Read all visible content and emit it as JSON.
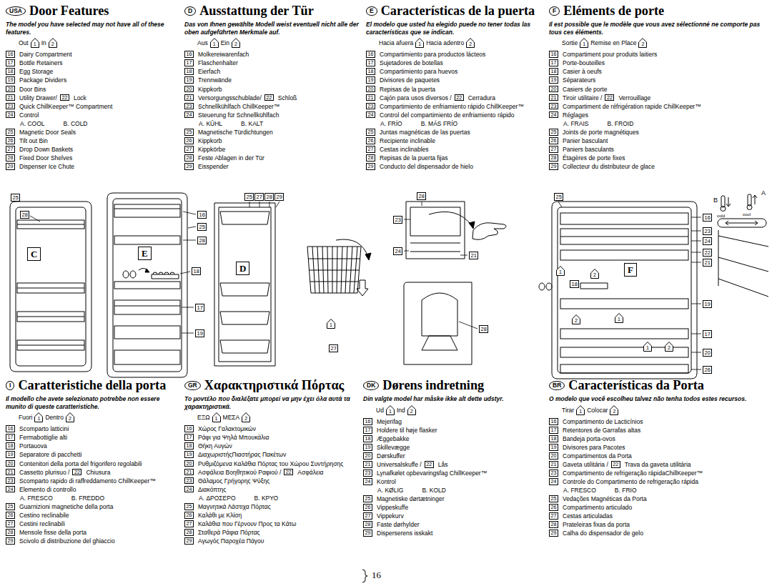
{
  "diagram": {
    "nodes": [
      {
        "text": [
          "USA",
          "Door Features"
        ]
      },
      {
        "text": [
          "1"
        ]
      },
      {
        "text": [
          "2"
        ]
      },
      {
        "text": [
          "16",
          "Dairy Compartment"
        ]
      },
      {
        "text": [
          "17",
          "Bottle Retainers"
        ]
      },
      {
        "text": [
          "18",
          "Egg Storage"
        ]
      },
      {
        "text": [
          "19",
          "Package Dividers"
        ]
      },
      {
        "text": [
          "20",
          "Door Bins"
        ]
      },
      {
        "text": [
          "21",
          "Utility Drawer/"
        ]
      },
      {
        "text": [
          "22",
          "Lock"
        ]
      },
      {
        "text": [
          "23",
          "Quick ChillKeeper™ Compartment"
        ]
      },
      {
        "text": [
          "24",
          "Control"
        ]
      },
      {
        "text": [
          "25",
          "Magnetic Door Seals"
        ]
      },
      {
        "text": [
          "26",
          "Tilt out Bin"
        ]
      },
      {
        "text": [
          "27",
          "Drop Down Baskets"
        ]
      },
      {
        "text": [
          "28",
          "Fixed Door Shelves"
        ]
      },
      {
        "text": [
          "29",
          "Dispenser Ice Chute"
        ]
      },
      {
        "text": [
          "D",
          "Ausstattung der Tür"
        ]
      },
      {
        "text": [
          "1"
        ]
      },
      {
        "text": [
          "2"
        ]
      },
      {
        "text": [
          "16",
          "Molkereiwarenfach"
        ]
      },
      {
        "text": [
          "17",
          "Flaschenhalter"
        ]
      },
      {
        "text": [
          "18",
          "Eierfach"
        ]
      },
      {
        "text": [
          "19",
          "Trennwände"
        ]
      },
      {
        "text": [
          "20",
          "Kippkorb"
        ]
      },
      {
        "text": [
          "21",
          "Versorgungsschublade/"
        ]
      },
      {
        "text": [
          "22",
          "Schloß"
        ]
      },
      {
        "text": [
          "23",
          "Schnellkühlfach ChillKeeper™"
        ]
      },
      {
        "text": [
          "24",
          "Steuerung für Schnellkühlfach"
        ]
      },
      {
        "text": [
          "25",
          "Magnetische Türdichtungen"
        ]
      },
      {
        "text": [
          "26",
          "Kippkorb"
        ]
      },
      {
        "text": [
          "27",
          "Kippkörbe"
        ]
      },
      {
        "text": [
          "28",
          "Feste Ablagen in der Tür"
        ]
      },
      {
        "text": [
          "29",
          "Eisspender"
        ]
      },
      {
        "text": [
          "E",
          "Características de la puerta"
        ]
      },
      {
        "text": [
          "1"
        ]
      },
      {
        "text": [
          "2"
        ]
      },
      {
        "text": [
          "16",
          "Compartimiento para productos lácteos"
        ]
      },
      {
        "text": [
          "17",
          "Sujetadores de botellas"
        ]
      },
      {
        "text": [
          "18",
          "Compartimiento para huevos"
        ]
      },
      {
        "text": [
          "19",
          "Divisores de paquetes"
        ]
      },
      {
        "text": [
          "20",
          "Repisas de la puerta"
        ]
      },
      {
        "text": [
          "21",
          "Cajón para usos diversos /"
        ]
      },
      {
        "text": [
          "22",
          "Cerradura"
        ]
      },
      {
        "text": [
          "23",
          "Compartimiento de enfriamiento rápido ChillKeeper™"
        ]
      },
      {
        "text": [
          "24",
          "Control del compartimiento de enfriamiento rápido"
        ]
      },
      {
        "text": [
          "25",
          "Juntas magnéticas de las puertas"
        ]
      },
      {
        "text": [
          "26",
          "Recipiente inclinable"
        ]
      },
      {
        "text": [
          "27",
          "Cestas inclinables"
        ]
      },
      {
        "text": [
          "28",
          "Repisas de la puerta fijas"
        ]
      },
      {
        "text": [
          "29",
          "Conducto del dispensador de hielo"
        ]
      },
      {
        "text": [
          "F",
          "Eléments de porte"
        ]
      },
      {
        "text": [
          "1"
        ]
      },
      {
        "text": [
          "2"
        ]
      },
      {
        "text": [
          "16",
          "Compartiment pour produits laitiers"
        ]
      },
      {
        "text": [
          "17",
          "Porte-bouteilles"
        ]
      },
      {
        "text": [
          "18",
          "Casier à oeufs"
        ]
      },
      {
        "text": [
          "19",
          "Séparateurs"
        ]
      },
      {
        "text": [
          "20",
          "Casiers de porte"
        ]
      },
      {
        "text": [
          "21",
          "Tiroir utilitaire /"
        ]
      },
      {
        "text": [
          "22",
          "Verrouillage"
        ]
      },
      {
        "text": [
          "23",
          "Compartiment de réfrigération rapide ChillKeeper™"
        ]
      },
      {
        "text": [
          "24",
          "Réglages"
        ]
      },
      {
        "text": [
          "25",
          "Joints de porte magnétiques"
        ]
      },
      {
        "text": [
          "26",
          "Panier basculant"
        ]
      },
      {
        "text": [
          "27",
          "Paniers basculants"
        ]
      },
      {
        "text": [
          "28",
          "Étagères de porte fixes"
        ]
      },
      {
        "text": [
          "29",
          "Collecteur du distributeur de glace"
        ]
      },
      {
        "text": [
          "25"
        ]
      },
      {
        "text": [
          "28"
        ]
      },
      {
        "text": [
          "C"
        ]
      },
      {
        "text": [
          "E"
        ]
      },
      {
        "text": [
          "16"
        ]
      },
      {
        "text": [
          "25"
        ]
      },
      {
        "text": [
          "28"
        ]
      },
      {
        "text": [
          "18"
        ]
      },
      {
        "text": [
          "17"
        ]
      },
      {
        "text": [
          "19"
        ]
      },
      {
        "text": [
          "25"
        ]
      },
      {
        "text": [
          "27"
        ]
      },
      {
        "text": [
          "28"
        ]
      },
      {
        "text": [
          "29"
        ]
      },
      {
        "text": [
          "D"
        ]
      },
      {
        "text": [
          "1"
        ]
      },
      {
        "text": [
          "27"
        ]
      },
      {
        "text": [
          "28"
        ]
      },
      {
        "text": [
          "23"
        ]
      },
      {
        "text": [
          "24"
        ]
      },
      {
        "text": [
          "21"
        ]
      },
      {
        "text": [
          "28"
        ]
      },
      {
        "text": [
          "25"
        ]
      },
      {
        "text": [
          "16"
        ]
      },
      {
        "text": [
          "23"
        ]
      },
      {
        "text": [
          "24"
        ]
      },
      {
        "text": [
          "22"
        ]
      },
      {
        "text": [
          "21"
        ]
      },
      {
        "text": [
          "F"
        ]
      },
      {
        "text": [
          "1"
        ]
      },
      {
        "text": [
          "2"
        ]
      },
      {
        "text": [
          "18"
        ]
      },
      {
        "text": [
          "19"
        ]
      },
      {
        "text": [
          "1"
        ]
      },
      {
        "text": [
          "2"
        ]
      },
      {
        "text": [
          "17"
        ]
      },
      {
        "text": [
          "1"
        ]
      },
      {
        "text": [
          "2"
        ]
      },
      {
        "text": [
          "20"
        ]
      },
      {
        "text": [
          "26"
        ]
      },
      {
        "text": [
          "I",
          "Caratteristiche della porta"
        ]
      },
      {
        "text": [
          "1"
        ]
      },
      {
        "text": [
          "2"
        ]
      },
      {
        "text": [
          "16",
          "Scomparto latticini"
        ]
      },
      {
        "text": [
          "17",
          "Fermabottiglie alti"
        ]
      },
      {
        "text": [
          "18",
          "Portauova"
        ]
      },
      {
        "text": [
          "19",
          "Separatore di pacchetti"
        ]
      },
      {
        "text": [
          "20",
          "Contenitori della porta del frigorifero regolabili"
        ]
      },
      {
        "text": [
          "21",
          "Cassetto plurisuo /"
        ]
      },
      {
        "text": [
          "22",
          "Chiusura"
        ]
      },
      {
        "text": [
          "23",
          "Scomparto rapido di raffreddamento ChillKeeper™"
        ]
      },
      {
        "text": [
          "24",
          "Elemento di controllo"
        ]
      },
      {
        "text": [
          "25",
          "Guarnizioni magnetiche della porta"
        ]
      },
      {
        "text": [
          "26",
          "Cestino reclinabile"
        ]
      },
      {
        "text": [
          "27",
          "Cestini reclinabili"
        ]
      },
      {
        "text": [
          "28",
          "Mensole fisse della porta"
        ]
      },
      {
        "text": [
          "29",
          "Scivolo di distribuzione del ghiaccio"
        ]
      },
      {
        "text": [
          "GR",
          "Χαρακτηριστικά Πόρτας"
        ]
      },
      {
        "text": [
          "1"
        ]
      },
      {
        "text": [
          "2"
        ]
      },
      {
        "text": [
          "16",
          "Χώρος Γαλακτομικών"
        ]
      },
      {
        "text": [
          "17",
          "Ράφι για Ψηλά Μπουκάλια"
        ]
      },
      {
        "text": [
          "18",
          "Θήκη Αυγών"
        ]
      },
      {
        "text": [
          "19",
          "ΔιαχωριστήςΠιαστήρας Πακέτων"
        ]
      },
      {
        "text": [
          "20",
          "Ρυθμιζόμενα Καλάθια Πόρτας του Χώρου Συντήρησης"
        ]
      },
      {
        "text": [
          "21",
          "Ασφάλεια Βοηθητικού Ραφιού /"
        ]
      },
      {
        "text": [
          "22",
          "Ασφάλεια"
        ]
      },
      {
        "text": [
          "23",
          "Θάλαμος Γρήγορης Ψύξης"
        ]
      },
      {
        "text": [
          "24",
          "Διακόπτης"
        ]
      },
      {
        "text": [
          "25",
          "Μαγνητικά Λάστιχα Πόρτας"
        ]
      },
      {
        "text": [
          "26",
          "Καλάθι με Κλίση"
        ]
      },
      {
        "text": [
          "27",
          "Καλάθια που Γέρνουν Προς τα Κάτω"
        ]
      },
      {
        "text": [
          "28",
          "Σταθερά Ράφια Πόρτας"
        ]
      },
      {
        "text": [
          "29",
          "Αγωγός Παροχέα Πάγου"
        ]
      },
      {
        "text": [
          "DK",
          "Dørens indretning"
        ]
      },
      {
        "text": [
          "1"
        ]
      },
      {
        "text": [
          "2"
        ]
      },
      {
        "text": [
          "16",
          "Mejerifag"
        ]
      },
      {
        "text": [
          "17",
          "Holdere til høje flasker"
        ]
      },
      {
        "text": [
          "18",
          "Æggebakke"
        ]
      },
      {
        "text": [
          "19",
          "Skillevægge"
        ]
      },
      {
        "text": [
          "20",
          "Dørskuffer"
        ]
      },
      {
        "text": [
          "21",
          "Universalskuffe /"
        ]
      },
      {
        "text": [
          "22",
          "Lås"
        ]
      },
      {
        "text": [
          "23",
          "Lynafkølet opbevaringsfag ChillKeeper™"
        ]
      },
      {
        "text": [
          "24",
          "Kontrol"
        ]
      },
      {
        "text": [
          "25",
          "Magnetiske dørtætninger"
        ]
      },
      {
        "text": [
          "26",
          "Vippeskuffe"
        ]
      },
      {
        "text": [
          "27",
          "Vippekurv"
        ]
      },
      {
        "text": [
          "28",
          "Faste dørhylder"
        ]
      },
      {
        "text": [
          "29",
          "Disperserens isskakt"
        ]
      },
      {
        "text": [
          "BR",
          "Características da Porta"
        ]
      },
      {
        "text": [
          "1"
        ]
      },
      {
        "text": [
          "2"
        ]
      },
      {
        "text": [
          "16",
          "Compartimento de Lacticínios"
        ]
      },
      {
        "text": [
          "17",
          "Retentores de Garrafas altas"
        ]
      },
      {
        "text": [
          "18",
          "Bandeja porta-ovos"
        ]
      },
      {
        "text": [
          "19",
          "Divisores para Pacotes"
        ]
      },
      {
        "text": [
          "20",
          "Compartimentos da Porta"
        ]
      },
      {
        "text": [
          "21",
          "Gaveta utilitária /"
        ]
      },
      {
        "text": [
          "22",
          "Trava da gaveta utilitária"
        ]
      },
      {
        "text": [
          "23",
          "Compartimento de refrigeração rápidaChillKeeper™"
        ]
      },
      {
        "text": [
          "24",
          "Controle do Compartimento de refrigeração rápida"
        ]
      },
      {
        "text": [
          "25",
          "Vedações Magnéticas da Porta"
        ]
      },
      {
        "text": [
          "26",
          "Compartimento articulado"
        ]
      },
      {
        "text": [
          "27",
          "Cestas articuladas"
        ]
      },
      {
        "text": [
          "28",
          "Prateleiras fixas da porta"
        ]
      },
      {
        "text": [
          "29",
          "Calha do dispensador de gelo"
        ]
      }
    ],
    "labels": [
      "The model you have selected may not have all of these features.",
      "Out",
      "In",
      "A. COOL",
      "B. COLD",
      "Das von Ihnen gewählte Modell weist eventuell nicht alle der oben aufgeführten Merkmale auf.",
      "Aus",
      "Ein",
      "A. KÜHL",
      "B. KALT",
      "El modelo que usted ha elegido puede no tener todas las características que se indican.",
      "Hacia afuera",
      "Hacia adentro",
      "A. FRÍO",
      "B. MÁS FRÍO",
      "Il est possible que le modèle que vous avez sélectionné ne comporte pas tous ces éléments.",
      "Sortie",
      "Remise en Place",
      "A. FRAIS",
      "B. FROID",
      "Il modello che avete selezionato potrebbe non essere munito di queste caratteristiche.",
      "Fuori",
      "Dentro",
      "A. FRESCO",
      "B. FREDDO",
      "Το μοντέλο που διαλέξατε μπορεί να μην έχει όλα αυτά τα χαρακτηριστικά.",
      "ΕΞΩ",
      "ΜΕΣΑ",
      "A. ΔΡΟΣΕΡΟ",
      "B. ΚΡΥΟ",
      "Din valgte model har måske ikke alt dette udstyr.",
      "Ud",
      "Ind",
      "A. KØLIG",
      "B. KOLD",
      "O modelo que você escolheu talvez não tenha todos estes recursos.",
      "Tirar",
      "Colocar",
      "A. FRESCO",
      "B. FRIO",
      "B",
      "A",
      "cold",
      "cool",
      "16"
    ]
  }
}
